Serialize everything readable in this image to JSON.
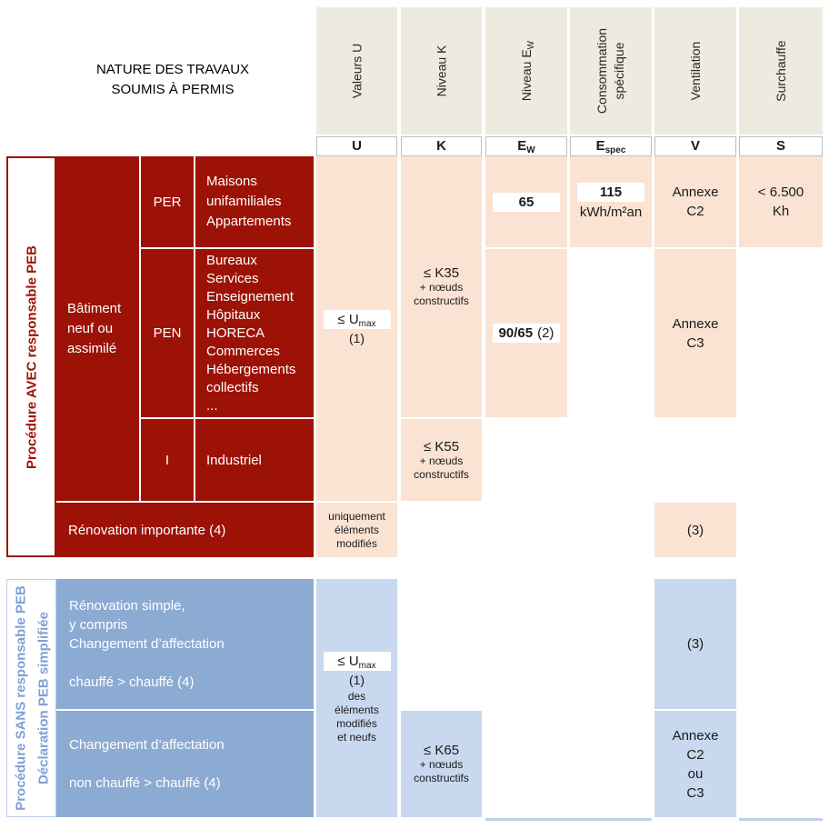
{
  "colors": {
    "dark_red": "#9d1206",
    "peach": "#fae3d3",
    "beige": "#edebe0",
    "mid_blue": "#8cabd3",
    "light_blue": "#c8d8ee",
    "blue_text": "#7fa0d4",
    "blue_border": "#bccfe9",
    "letter_border": "#bfbfbf"
  },
  "header": {
    "title": "NATURE DES TRAVAUX\nSOUMIS À PERMIS",
    "columns": [
      {
        "label": "Valeurs U",
        "letter": "U"
      },
      {
        "label": "Niveau K",
        "letter": "K"
      },
      {
        "label": "Niveau E",
        "label_sub": "W",
        "letter": "E",
        "letter_sub": "W"
      },
      {
        "label": "Consommation spécifique",
        "letter": "E",
        "letter_sub": "spec"
      },
      {
        "label": "Ventilation",
        "letter": "V"
      },
      {
        "label": "Surchauffe",
        "letter": "S"
      }
    ]
  },
  "red_section": {
    "side_label": "Procédure AVEC responsable PEB",
    "rows": {
      "building": "Bâtiment\nneuf ou\nassimilé",
      "per_code": "PER",
      "per_desc": "Maisons\nunifamiliales\nAppartements",
      "pen_code": "PEN",
      "pen_desc": "Bureaux\nServices\nEnseignement\nHôpitaux\nHORECA\nCommerces\nHébergements\ncollectifs\n...",
      "i_code": "I",
      "i_desc": "Industriel",
      "renovation": "Rénovation importante (4)"
    },
    "cells": {
      "u_box": "≤ U",
      "u_box_sub": "max",
      "u_note": "(1)",
      "u_renovation": "uniquement\néléments\nmodifiés",
      "k_new": "≤ K35",
      "k_new_sub": "+ nœuds\nconstructifs",
      "k_industrial": "≤ K55",
      "k_industrial_sub": "+ nœuds\nconstructifs",
      "ew_per": "65",
      "ew_pen_bold": "90/65",
      "ew_pen_note": "(2)",
      "espec_per_value": "115",
      "espec_per_unit": "kWh/m²an",
      "v_per": "Annexe\nC2",
      "v_pen": "Annexe\nC3",
      "v_renovation": "(3)",
      "s_per": "< 6.500\nKh"
    }
  },
  "blue_section": {
    "side_label_line1": "Procédure SANS responsable PEB",
    "side_label_line2": "Déclaration PEB simplifiée",
    "rows": {
      "row1": "Rénovation simple,\ny compris\nChangement d’affectation\n\nchauffé > chauffé (4)",
      "row2": "Changement d’affectation\n\nnon chauffé > chauffé (4)"
    },
    "cells": {
      "u_box": "≤ U",
      "u_box_sub": "max",
      "u_note": "(1)",
      "u_detail": "des\néléments\nmodifiés\net neufs",
      "k_row2": "≤ K65",
      "k_row2_sub": "+ nœuds\nconstructifs",
      "v_row1": "(3)",
      "v_row2": "Annexe\nC2\nou\nC3"
    }
  }
}
